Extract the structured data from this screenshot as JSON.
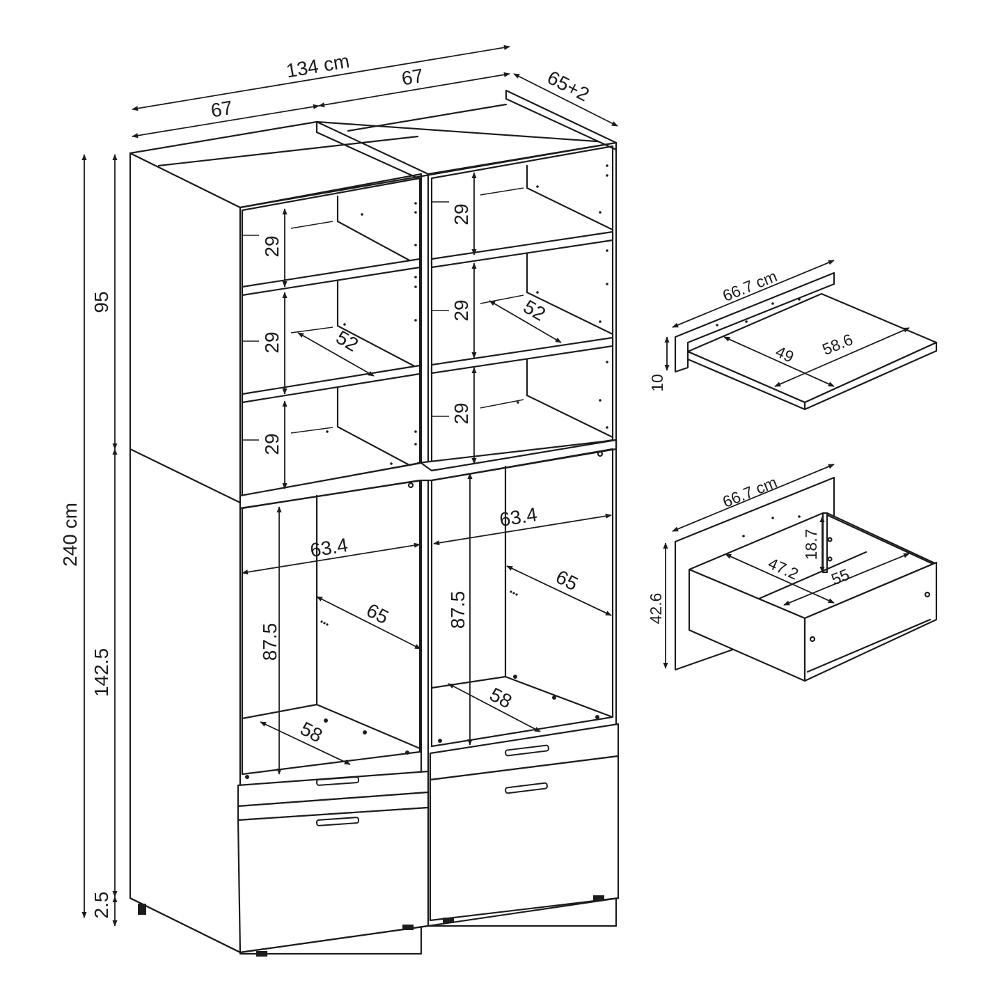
{
  "width_labels": {
    "total": "134 cm",
    "left_unit": "67",
    "right_unit": "67",
    "depth": "65+2"
  },
  "height_labels": {
    "total": "240 cm",
    "upper": "95",
    "lower": "142.5",
    "feet": "2.5"
  },
  "upper_compartments": {
    "height": "29",
    "depth": "52"
  },
  "lower_compartments": {
    "width": "63.4",
    "height": "87.5",
    "depth": "65",
    "floor_depth": "58"
  },
  "pullout_shelf": {
    "width": "66.7 cm",
    "height": "10",
    "inner_width": "49",
    "depth": "58.6"
  },
  "drawer": {
    "width": "66.7 cm",
    "height": "42.6",
    "inner_height": "18.7",
    "inner_width": "47.2",
    "depth": "55"
  }
}
